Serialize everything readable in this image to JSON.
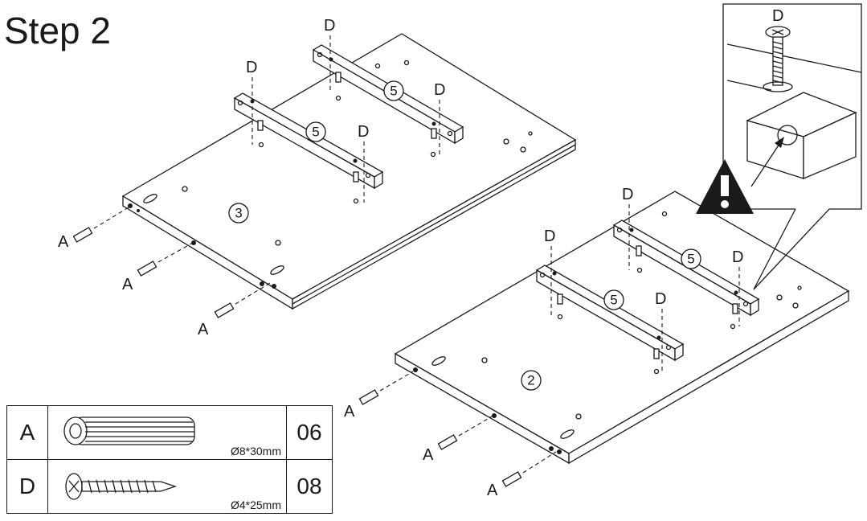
{
  "title": "Step  2",
  "panels": [
    {
      "id": "panel-3",
      "label": "3"
    },
    {
      "id": "panel-2",
      "label": "2"
    }
  ],
  "rail_label": "5",
  "dowel_label": "A",
  "screw_label": "D",
  "parts": [
    {
      "letter": "A",
      "dimension": "Ø8*30mm",
      "quantity": "06",
      "icon": "wooden-dowel-icon"
    },
    {
      "letter": "D",
      "dimension": "Ø4*25mm",
      "quantity": "08",
      "icon": "screw-icon"
    }
  ],
  "detail": {
    "screw_label": "D",
    "warning_icon": "warning-triangle-icon"
  }
}
